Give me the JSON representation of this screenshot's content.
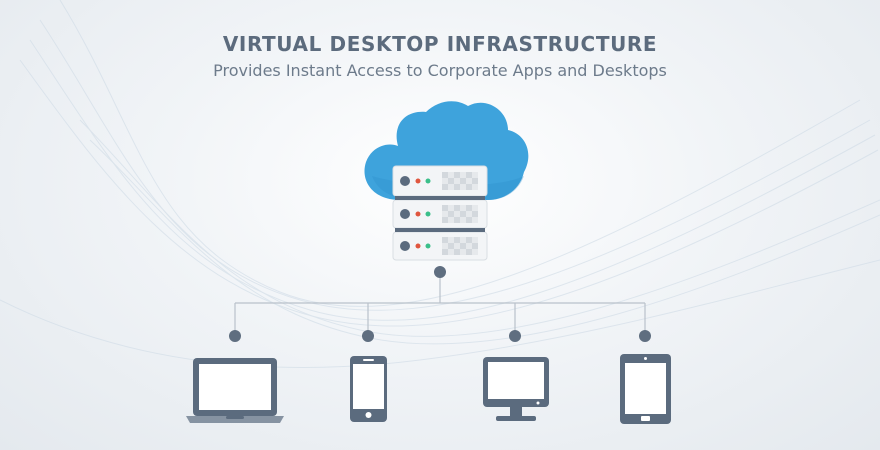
{
  "header": {
    "title": "VIRTUAL DESKTOP INFRASTRUCTURE",
    "subtitle": "Provides Instant Access to Corporate Apps and Desktops"
  },
  "hub": {
    "cloud_icon": "cloud-icon",
    "server_icon": "server-rack-icon",
    "server_units": 3
  },
  "devices": [
    {
      "icon": "laptop-icon"
    },
    {
      "icon": "smartphone-icon"
    },
    {
      "icon": "desktop-monitor-icon"
    },
    {
      "icon": "tablet-icon"
    }
  ],
  "colors": {
    "cloud": "#3ea3dc",
    "cloud_shade": "#2f8fca",
    "device": "#5b6b7e",
    "screen": "#ffffff",
    "connector": "#b9c1ca",
    "node": "#5f6e80",
    "led_red": "#e0563f",
    "led_green": "#3bbf8a",
    "title": "#5c6b7d"
  }
}
